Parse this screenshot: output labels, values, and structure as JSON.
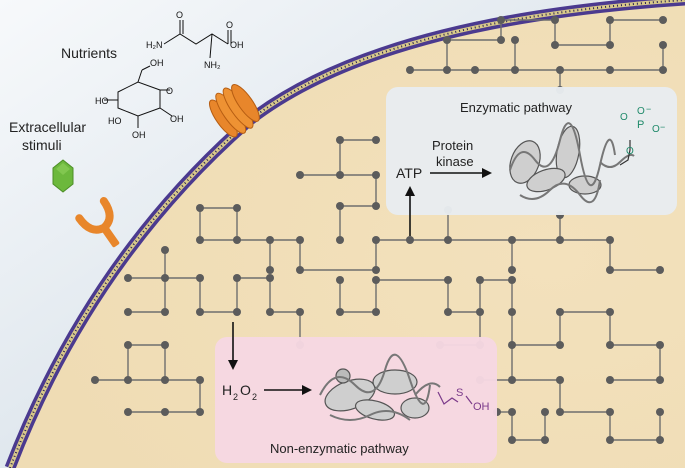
{
  "labels": {
    "nutrients": "Nutrients",
    "extracellular_line1": "Extracellular",
    "extracellular_line2": "stimuli",
    "enzymatic_title": "Enzymatic pathway",
    "protein_line1": "Protein",
    "protein_line2": "kinase",
    "atp": "ATP",
    "h2o2_h": "H",
    "h2o2_sub1": "2",
    "h2o2_o": "O",
    "h2o2_sub2": "2",
    "non_enzymatic_title": "Non-enzymatic pathway",
    "sulfenic_s": "S",
    "sulfenic_oh": "OH",
    "phosphate_p": "P",
    "phosphate_o": "O",
    "phosphate_minus": "−"
  },
  "colors": {
    "cell_interior": "#f2e2bf",
    "outside": "#dfe7ee",
    "membrane": "#4b3a8f",
    "membrane_core": "#c8b87a",
    "receptor": "#e8862b",
    "stimulus": "#6cb83c",
    "enzymatic_box": "#e9edf1",
    "non_enzymatic_box": "#f7d9e3",
    "network": "#6e6e6e",
    "node": "#5c5c5c",
    "phosphate": "#1f8a6a",
    "sulfenic": "#7b3a8a"
  },
  "icons": [
    "glutamine-structure",
    "glucose-structure",
    "transporter-channel",
    "receptor-y",
    "hexagon-stimulus",
    "protein-ribbon"
  ]
}
